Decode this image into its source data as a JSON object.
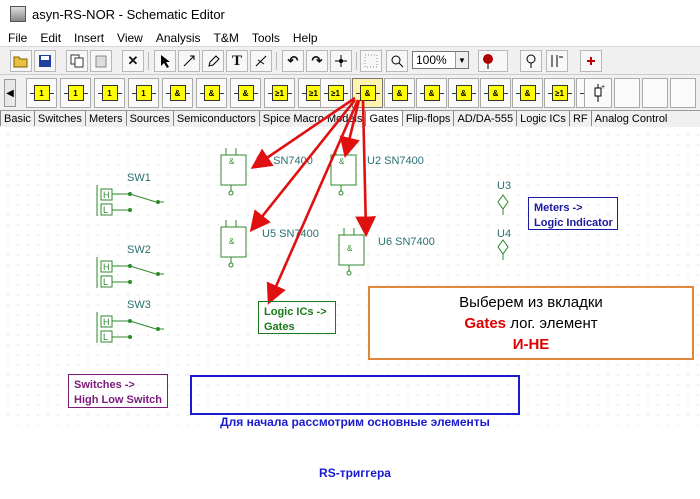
{
  "window": {
    "title": "asyn-RS-NOR - Schematic Editor"
  },
  "menu": [
    "File",
    "Edit",
    "Insert",
    "View",
    "Analysis",
    "T&M",
    "Tools",
    "Help"
  ],
  "toolbar": {
    "zoom_value": "100%"
  },
  "tabs": [
    "Basic",
    "Switches",
    "Meters",
    "Sources",
    "Semiconductors",
    "Spice Macro Models",
    "Gates",
    "Flip-flops",
    "AD/DA-555",
    "Logic ICs",
    "RF",
    "Analog Control"
  ],
  "active_tab": "Gates",
  "parts": [
    "1",
    "1",
    "1",
    "1",
    "&",
    "&",
    "&",
    "≥1",
    "≥1",
    "≥1",
    "&",
    "&",
    "&",
    "&",
    "&",
    "&",
    "≥1",
    "≥1"
  ],
  "schematic": {
    "switches": [
      {
        "name": "SW1",
        "high": "H",
        "low": "L"
      },
      {
        "name": "SW2",
        "high": "H",
        "low": "L"
      },
      {
        "name": "SW3",
        "high": "H",
        "low": "L"
      }
    ],
    "gates": [
      {
        "label": "U1 SN7400",
        "symbol": "&"
      },
      {
        "label": "U2 SN7400",
        "symbol": "&"
      },
      {
        "label": "U5 SN7400",
        "symbol": "&"
      },
      {
        "label": "U6 SN7400",
        "symbol": "&"
      }
    ],
    "indicators": [
      "U3",
      "U4"
    ],
    "notes": {
      "meters": "Meters ->\nLogic Indicator",
      "logic_ics": "Logic ICs ->\nGates",
      "switches": "Switches ->\nHigh Low Switch",
      "rs_title_line1": "Для начала рассмотрим основные элементы",
      "rs_title_line2": "RS-триггера"
    }
  },
  "callout": {
    "line1": "Выберем из вкладки",
    "line2_highlight": "Gates",
    "line2_rest": " лог. элемент",
    "line3": "И-НЕ"
  },
  "colors": {
    "component": "#2c8a2c",
    "arrow": "#e01010",
    "part_fill": "#ffff00",
    "callout_border": "#e0873a"
  }
}
